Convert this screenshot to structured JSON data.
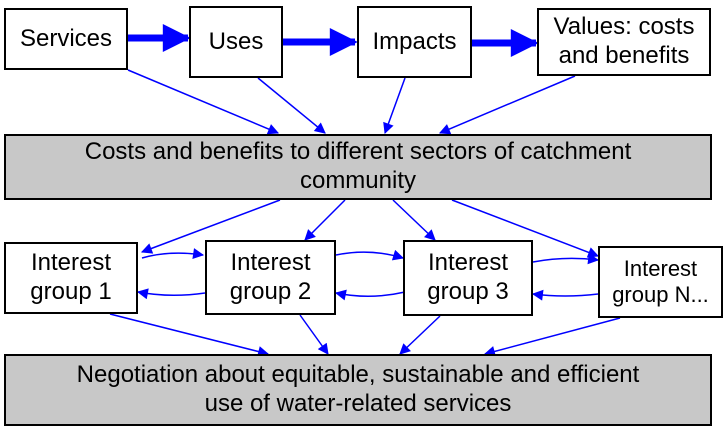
{
  "top_row": {
    "services": "Services",
    "uses": "Uses",
    "impacts": "Impacts",
    "values_line1": "Values: costs",
    "values_line2": "and benefits"
  },
  "middle_box": {
    "line1": "Costs and benefits to different sectors of catchment",
    "line2": "community"
  },
  "groups": [
    {
      "line1": "Interest",
      "line2": "group 1"
    },
    {
      "line1": "Interest",
      "line2": "group 2"
    },
    {
      "line1": "Interest",
      "line2": "group 3"
    },
    {
      "line1": "Interest",
      "line2": "group N..."
    }
  ],
  "bottom_box": {
    "line1": "Negotiation about equitable, sustainable and efficient",
    "line2": "use of water-related services"
  },
  "colors": {
    "arrow": "#0000ff",
    "box_border": "#000000",
    "gray_fill": "#c8c8c8"
  }
}
